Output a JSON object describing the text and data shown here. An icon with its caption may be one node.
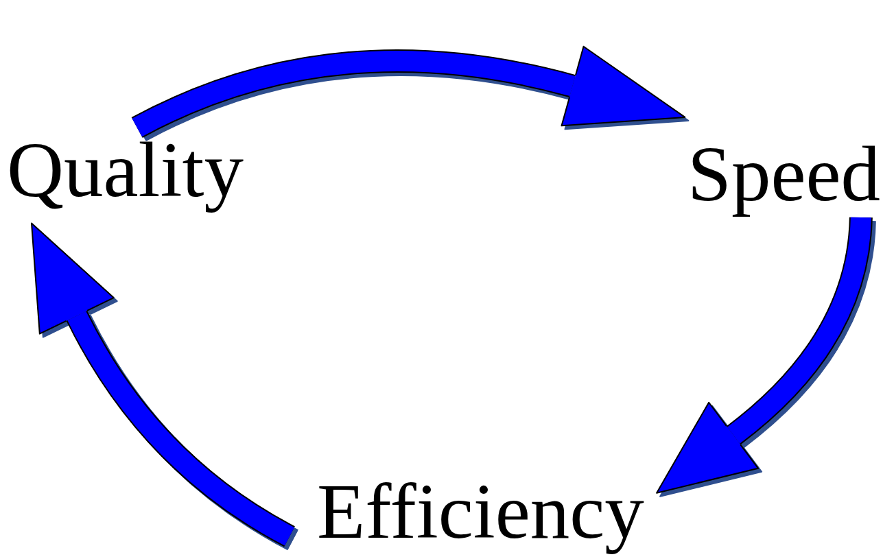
{
  "diagram": {
    "nodes": [
      {
        "text": [
          "Quality"
        ]
      },
      {
        "text": [
          "Speed"
        ]
      },
      {
        "text": [
          "Efficiency"
        ]
      }
    ],
    "edges": [
      {
        "from": 0,
        "to": 1,
        "arrow": "to"
      },
      {
        "from": 1,
        "to": 2,
        "arrow": "to"
      },
      {
        "from": 2,
        "to": 0,
        "arrow": "to"
      }
    ]
  }
}
